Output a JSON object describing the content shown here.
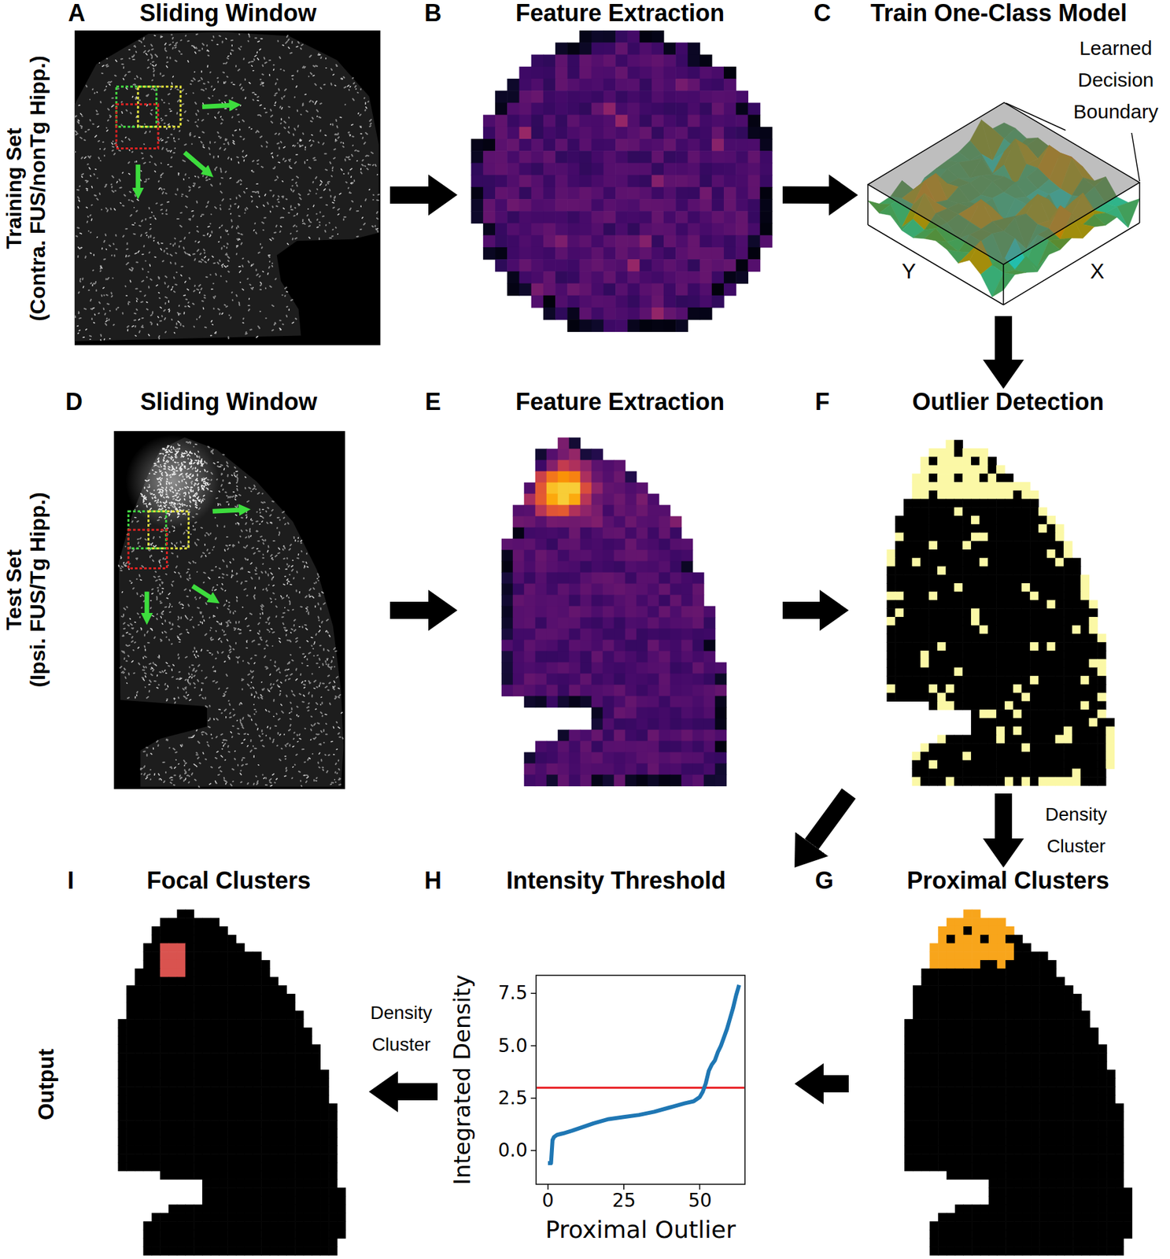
{
  "diagram": {
    "nodes": [
      {
        "text": [
          "Sliding Window"
        ]
      },
      {
        "text": [
          "Feature Extraction"
        ]
      },
      {
        "text": [
          "Train One-Class Model"
        ]
      },
      {
        "text": [
          "Sliding Window"
        ]
      },
      {
        "text": [
          "Feature Extraction"
        ]
      },
      {
        "text": [
          "Outlier Detection"
        ]
      },
      {
        "text": [
          "Focal Clusters"
        ]
      },
      {
        "text": [
          "Intensity Threshold"
        ]
      },
      {
        "text": [
          "Proximal Clusters"
        ]
      }
    ],
    "edges": [
      {
        "from": 0,
        "to": 1,
        "arrow": "to"
      },
      {
        "from": 1,
        "to": 2,
        "arrow": "to"
      },
      {
        "from": 2,
        "to": 5,
        "arrow": "to"
      },
      {
        "from": 3,
        "to": 4,
        "arrow": "to"
      },
      {
        "from": 4,
        "to": 5,
        "arrow": "to"
      },
      {
        "from": 5,
        "to": 8,
        "label": "Density Cluster",
        "arrow": "to"
      },
      {
        "from": 5,
        "to": 7,
        "arrow": "to"
      },
      {
        "from": 8,
        "to": 7,
        "arrow": "to"
      },
      {
        "from": 7,
        "to": 6,
        "label": "Density Cluster",
        "arrow": "to"
      }
    ],
    "labels": [
      "Training Set",
      "(Contra. FUS/nonTg Hipp.)",
      "Test Set",
      "(Ipsi. FUS/Tg Hipp.)",
      "Output",
      "A",
      "B",
      "C",
      "D",
      "E",
      "F",
      "G",
      "H",
      "I",
      "Learned Decision Boundary",
      "Y",
      "X",
      "7.5",
      "5.0",
      "2.5",
      "0.0",
      "0",
      "25",
      "50",
      "Integrated Density",
      "Proximal Outlier"
    ]
  }
}
